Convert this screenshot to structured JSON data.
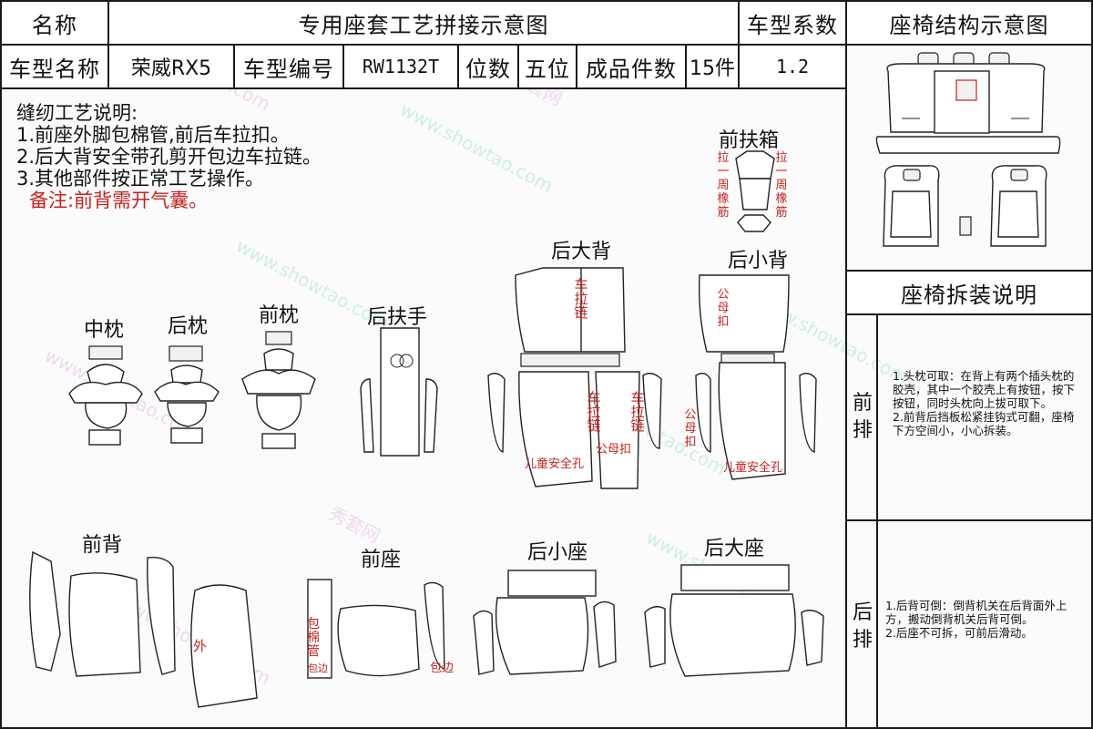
{
  "header": {
    "name_label": "名称",
    "title": "专用座套工艺拼接示意图",
    "coef_label": "车型系数",
    "structure_title": "座椅结构示意图",
    "model_name_label": "车型名称",
    "model_name": "荣威RX5",
    "model_code_label": "车型编号",
    "model_code": "RW1132T",
    "seats_label": "位数",
    "seats_value": "五位",
    "pieces_label": "成品件数",
    "pieces_value": "15件",
    "coef_value": "1.2"
  },
  "notes": {
    "title": "缝纫工艺说明:",
    "item1": "1.前座外脚包棉管,前后车拉扣。",
    "item2": "2.后大背安全带孔剪开包边车拉链。",
    "item3": "3.其他部件按正常工艺操作。",
    "remark": "备注:前背需开气囊。"
  },
  "parts": {
    "front_armrest_box": "前扶箱",
    "rear_large_back": "后大背",
    "rear_small_back": "后小背",
    "middle_headrest": "中枕",
    "rear_headrest": "后枕",
    "front_headrest": "前枕",
    "rear_armrest": "后扶手",
    "front_back": "前背",
    "front_seat": "前座",
    "rear_small_seat": "后小座",
    "rear_large_seat": "后大座"
  },
  "annotations": {
    "pull_rubber": "拉一周橡筋",
    "zipper": "车拉链",
    "child_safety_hole": "儿童安全孔",
    "male_female_buckle": "公母扣",
    "outer": "外",
    "wrap_cotton_tube": "包棉管",
    "piping": "包边"
  },
  "side": {
    "disassembly_title": "座椅拆装说明",
    "front_row_label": "前排",
    "front_row_text": "1.头枕可取：在背上有两个插头枕的胶壳，其中一个胶壳上有按钮，按下按钮，同时头枕向上拔可取下。\n2.前背后挡板松紧挂钩式可翻，座椅下方空间小，小心拆装。",
    "rear_row_label": "后排",
    "rear_row_text": "1.后背可倒：倒背机关在后背面外上方，搬动倒背机关后背可倒。\n2.后座不可拆，可前后滑动。"
  },
  "watermark": {
    "text_url": "www.showtao.com",
    "text_cn": "秀套网"
  }
}
